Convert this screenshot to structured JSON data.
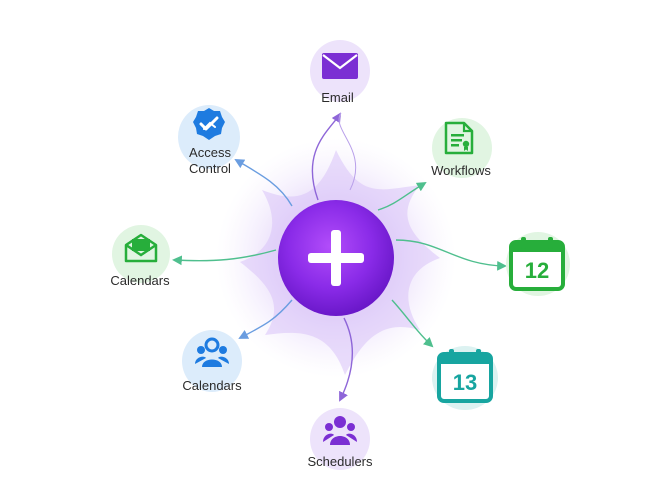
{
  "hub": {
    "icon": "plus-icon"
  },
  "nodes": {
    "email": {
      "label": "Email",
      "icon": "envelope-icon",
      "color": "#7B2FD3"
    },
    "access": {
      "label_line1": "Access",
      "label_line2": "Control",
      "icon": "checkmark-badge-icon",
      "color": "#1E7BE0"
    },
    "workflows": {
      "label": "Workflows",
      "icon": "document-icon",
      "color": "#27AE3B"
    },
    "calendar12": {
      "number": "12",
      "icon": "calendar-icon",
      "color": "#27AE3B"
    },
    "calendars_left": {
      "label": "Calendars",
      "icon": "open-envelope-icon",
      "color": "#27AE3B"
    },
    "calendars_team": {
      "label": "Calendars",
      "icon": "user-group-icon",
      "color": "#1E7BE0"
    },
    "calendar13": {
      "number": "13",
      "icon": "calendar-icon",
      "color": "#17A5A0"
    },
    "schedulers": {
      "label": "Schedulers",
      "icon": "user-group-icon",
      "color": "#7B2FD3"
    }
  }
}
